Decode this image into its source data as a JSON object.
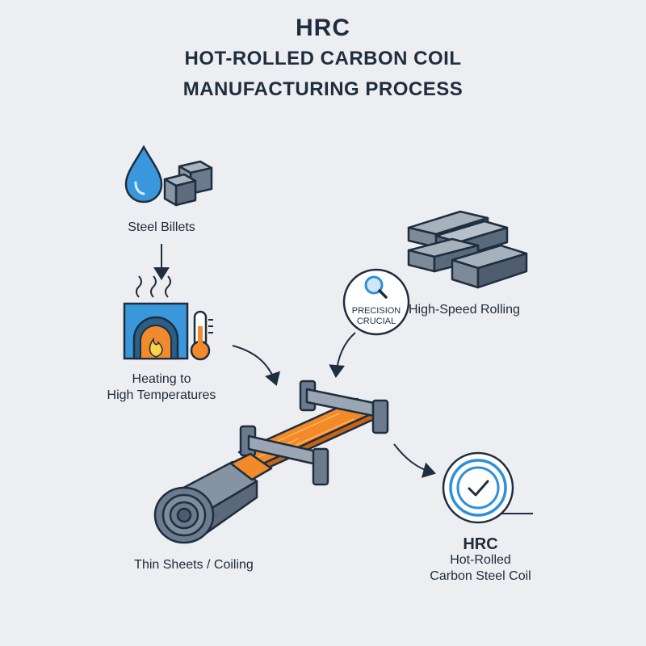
{
  "title": {
    "main": "HRC",
    "line1": "HOT-ROLLED CARBON COIL",
    "line2": "MANUFACTURING PROCESS"
  },
  "steps": {
    "billets": "Steel Billets",
    "heating_line1": "Heating to",
    "heating_line2": "High Temperatures",
    "rolling": "High-Speed Rolling",
    "precision_line1": "PRECISION",
    "precision_line2": "CRUCIAL",
    "coiling": "Thin Sheets / Coiling"
  },
  "result": {
    "title": "HRC",
    "line1": "Hot-Rolled",
    "line2": "Carbon Steel Coil"
  },
  "colors": {
    "steel": "#6b7a8c",
    "steel_dark": "#3d4a5a",
    "hot_orange": "#f4892a",
    "blue": "#2f8fd8",
    "outline": "#1f2e3f"
  }
}
